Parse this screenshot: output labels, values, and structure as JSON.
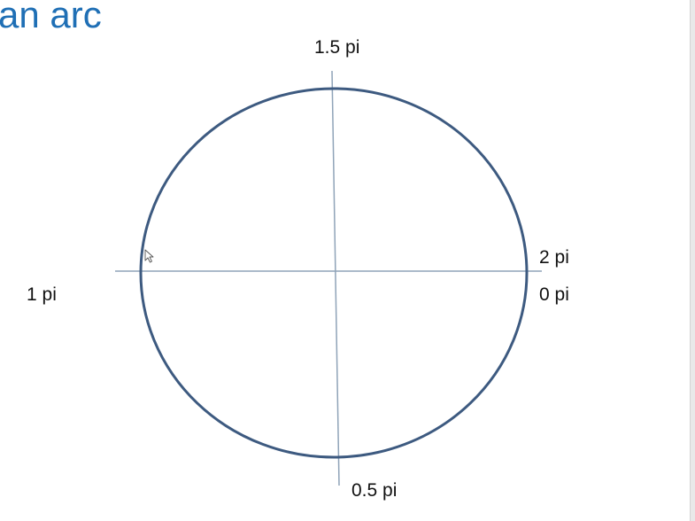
{
  "title": "an arc",
  "labels": {
    "top": "1.5 pi",
    "right_upper": "2 pi",
    "right_lower": "0 pi",
    "left": "1 pi",
    "bottom": "0.5 pi"
  },
  "colors": {
    "title": "#1f6fb5",
    "circle": "#3d5a80",
    "axes": "#8fa3b8",
    "label_text": "#111111"
  },
  "icons": {
    "cursor": "mouse-pointer-icon"
  }
}
